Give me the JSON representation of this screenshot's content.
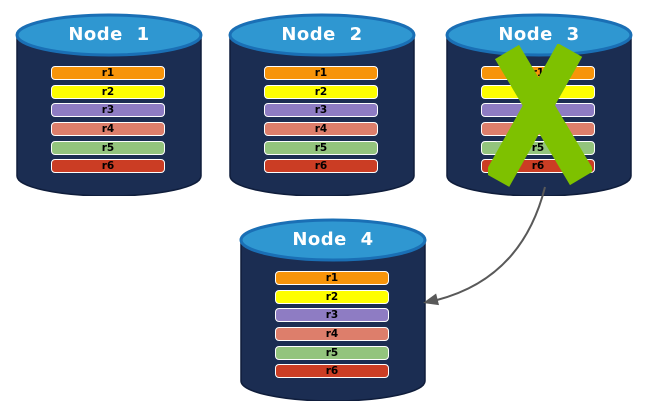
{
  "diagram": {
    "type": "database-replication-failover",
    "background_color": "#FFFFFF",
    "colors": {
      "cylinder_body": "#1B2D52",
      "cylinder_edge": "#0F1D3B",
      "cylinder_top": "#2F97D1",
      "cylinder_top_border": "#1A6FB5",
      "row_border": "#FDFDFD",
      "row_text": "#000000",
      "node_title_text": "#FFFFFF",
      "cross": "#7EC100",
      "arrow": "#595959"
    },
    "rows": [
      {
        "label": "r1",
        "color": "#F7940A"
      },
      {
        "label": "r2",
        "color": "#FEFE00"
      },
      {
        "label": "r3",
        "color": "#8E7CC3"
      },
      {
        "label": "r4",
        "color": "#DD7E6B"
      },
      {
        "label": "r5",
        "color": "#93C47D"
      },
      {
        "label": "r6",
        "color": "#CB3D24"
      }
    ],
    "nodes": [
      {
        "label": "Node 1",
        "status": "active"
      },
      {
        "label": "Node 2",
        "status": "active"
      },
      {
        "label": "Node 3",
        "status": "failed"
      },
      {
        "label": "Node 4",
        "status": "active"
      }
    ],
    "failure_marker": {
      "node": "Node 3",
      "symbol": "X"
    },
    "arrow": {
      "from": "Node 3",
      "to": "Node 4"
    }
  }
}
